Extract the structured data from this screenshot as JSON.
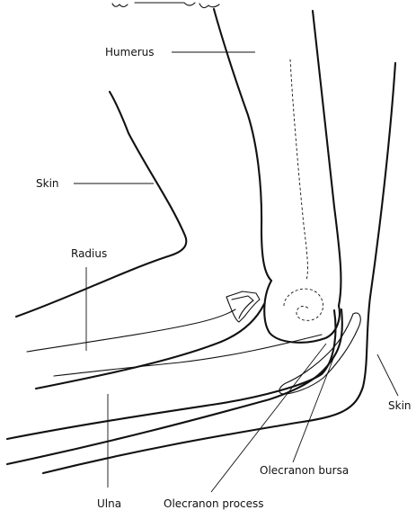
{
  "labels": {
    "humerus": "Humerus",
    "skin_left": "Skin",
    "radius": "Radius",
    "skin_right": "Skin",
    "olecranon_bursa": "Olecranon bursa",
    "ulna": "Ulna",
    "olecranon_process": "Olecranon process"
  },
  "colors": {
    "line": "#111111",
    "background": "#ffffff"
  }
}
